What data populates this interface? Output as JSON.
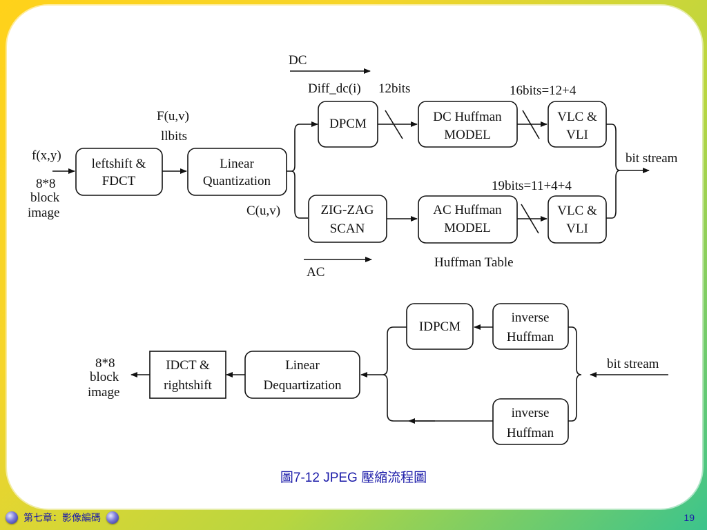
{
  "top_flow": {
    "dc_label": "DC",
    "diff_dc_label": "Diff_dc(i)",
    "dc_bits_label": "12bits",
    "dc_out_bits_label": "16bits=12+4",
    "ac_out_bits_label": "19bits=11+4+4",
    "input_label": "f(x,y)",
    "block_label_1": "8*8",
    "block_label_2": "block",
    "block_label_3": "image",
    "fuv_label": "F(u,v)",
    "llbits_label": "llbits",
    "cuv_label": "C(u,v)",
    "ac_label": "AC",
    "huffman_table_label": "Huffman Table",
    "bit_stream_label": "bit stream",
    "fdct_box": [
      "leftshift &",
      "FDCT"
    ],
    "quant_box": [
      "Linear",
      "Quantization"
    ],
    "dpcm_box": [
      "DPCM"
    ],
    "zigzag_box": [
      "ZIG-ZAG",
      "SCAN"
    ],
    "dc_huffman_box": [
      "DC Huffman",
      "MODEL"
    ],
    "ac_huffman_box": [
      "AC Huffman",
      "MODEL"
    ],
    "vlc_dc_box": [
      "VLC &",
      "VLI"
    ],
    "vlc_ac_box": [
      "VLC &",
      "VLI"
    ]
  },
  "bottom_flow": {
    "bit_stream_label": "bit stream",
    "idpcm_box": [
      "IDPCM"
    ],
    "inv_huffman_top_box": [
      "inverse",
      "Huffman"
    ],
    "inv_huffman_bottom_box": [
      "inverse",
      "Huffman"
    ],
    "dequant_box": [
      "Linear",
      "Dequartization"
    ],
    "idct_box": [
      "IDCT &",
      "rightshift"
    ],
    "output_label_1": "8*8",
    "output_label_2": "block",
    "output_label_3": "image"
  },
  "caption": "圖7-12  JPEG 壓縮流程圖",
  "footer": {
    "chapter": "第七章：影像編碼",
    "page_number": "19"
  },
  "colors": {
    "background_top": "#ffd21a",
    "background_bottom": "#3cc48c",
    "caption_text": "#1a1aa8"
  }
}
